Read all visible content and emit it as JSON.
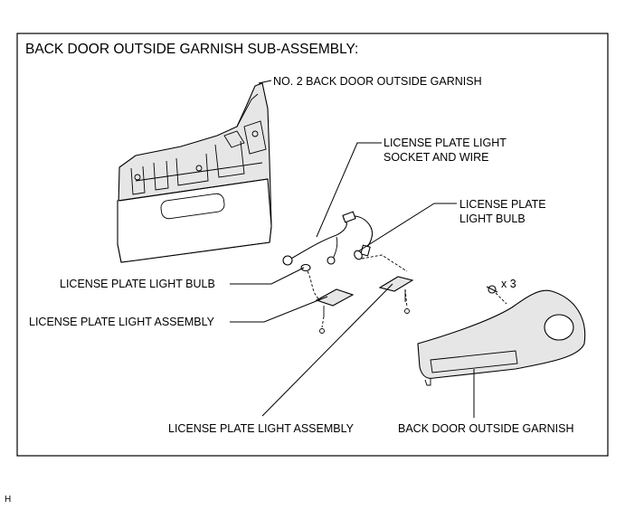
{
  "title": "BACK DOOR OUTSIDE GARNISH SUB-ASSEMBLY:",
  "labels": {
    "no2_garnish": "NO. 2 BACK DOOR OUTSIDE GARNISH",
    "socket_line1": "LICENSE PLATE LIGHT",
    "socket_line2": "SOCKET AND WIRE",
    "bulb_right_line1": "LICENSE PLATE",
    "bulb_right_line2": "LIGHT BULB",
    "bulb_left": "LICENSE PLATE LIGHT BULB",
    "light_assy_left": "LICENSE PLATE LIGHT ASSEMBLY",
    "light_assy_bottom": "LICENSE PLATE LIGHT ASSEMBLY",
    "back_garnish": "BACK DOOR OUTSIDE GARNISH",
    "qty": "x 3"
  },
  "footer_code": "H"
}
